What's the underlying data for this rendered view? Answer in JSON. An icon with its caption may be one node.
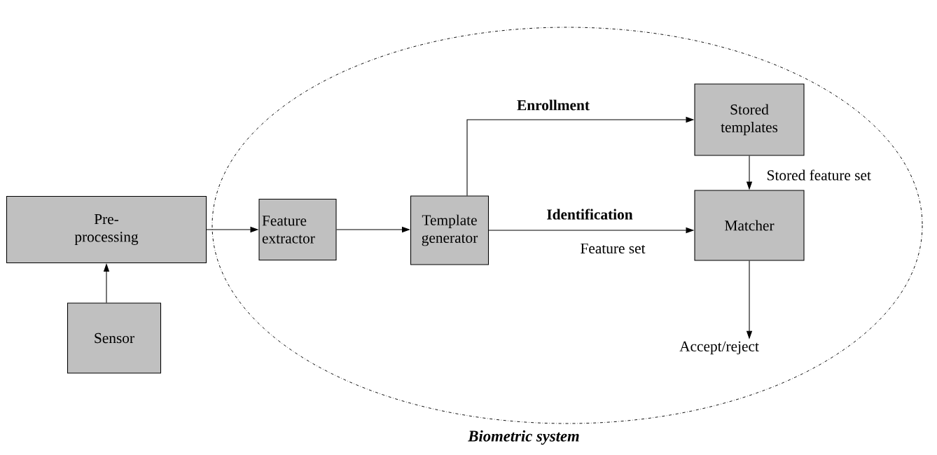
{
  "diagram": {
    "nodes": [
      {
        "text": [
          "Biometric system"
        ]
      },
      {
        "text": [
          "Pre-processing"
        ]
      },
      {
        "text": [
          "Sensor"
        ]
      },
      {
        "text": [
          "Feature extractor"
        ],
        "in": 0
      },
      {
        "text": [
          "Template generator"
        ],
        "in": 0
      },
      {
        "text": [
          "Stored templates"
        ],
        "in": 0
      },
      {
        "text": [
          "Matcher"
        ],
        "in": 0
      },
      {
        "text": [
          "Accept/reject"
        ],
        "in": 0
      }
    ],
    "edges": [
      {
        "from": 2,
        "to": 1,
        "arrow": "to"
      },
      {
        "from": 1,
        "to": 3,
        "arrow": "to"
      },
      {
        "from": 3,
        "to": 4,
        "arrow": "to"
      },
      {
        "from": 4,
        "to": 5,
        "arrow": "to",
        "label": "Enrollment"
      },
      {
        "from": 4,
        "to": 6,
        "arrow": "to",
        "label": "Identification"
      },
      {
        "from": 5,
        "to": 6,
        "arrow": "to"
      },
      {
        "from": 6,
        "to": 7,
        "arrow": "to"
      }
    ],
    "labels": [
      "Stored feature set",
      "Feature set"
    ]
  }
}
